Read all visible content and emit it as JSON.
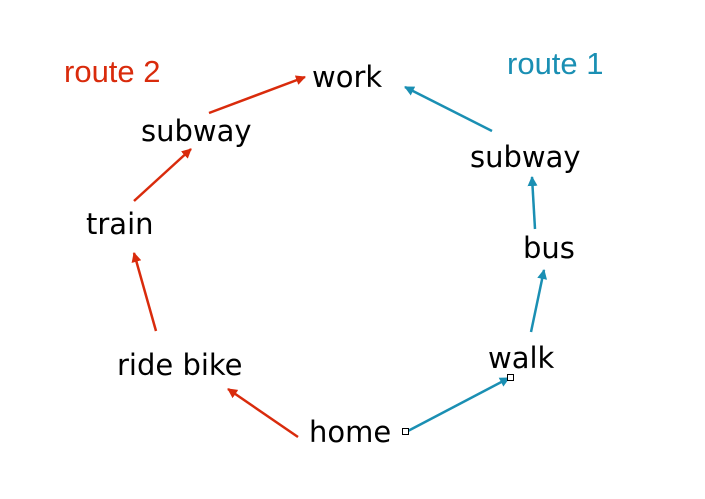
{
  "colors": {
    "route1": "#1a8fb3",
    "route2": "#d92b0c",
    "text": "#000000"
  },
  "labels": {
    "route1": "route 1",
    "route2": "route 2"
  },
  "nodes": {
    "home": "home",
    "work": "work",
    "walk": "walk",
    "bus": "bus",
    "subway_right": "subway",
    "subway_left": "subway",
    "train": "train",
    "ride_bike": "ride bike"
  },
  "routes": [
    {
      "name": "route 1",
      "color_key": "route1",
      "path": [
        "home",
        "walk",
        "bus",
        "subway_right",
        "work"
      ]
    },
    {
      "name": "route 2",
      "color_key": "route2",
      "path": [
        "home",
        "ride_bike",
        "train",
        "subway_left",
        "work"
      ]
    }
  ]
}
